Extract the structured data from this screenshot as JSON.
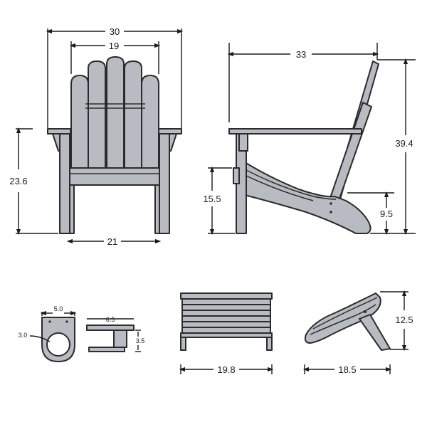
{
  "colors": {
    "part_fill": "#b8bcc2",
    "outline": "#2b2b2b",
    "background": "#ffffff"
  },
  "chair_front": {
    "width": "30",
    "back_width": "19",
    "seat_height": "23.6",
    "leg_span": "21"
  },
  "chair_side": {
    "depth": "33",
    "height": "39.4",
    "arm_height": "15.5",
    "seat_front_height": "9.5"
  },
  "cup_holder": {
    "width": "5.0",
    "diameter": "3.0",
    "length": "6.5",
    "depth": "3.5"
  },
  "ottoman_front": {
    "width": "19.8"
  },
  "ottoman_side": {
    "depth": "18.5",
    "height": "12.5"
  }
}
